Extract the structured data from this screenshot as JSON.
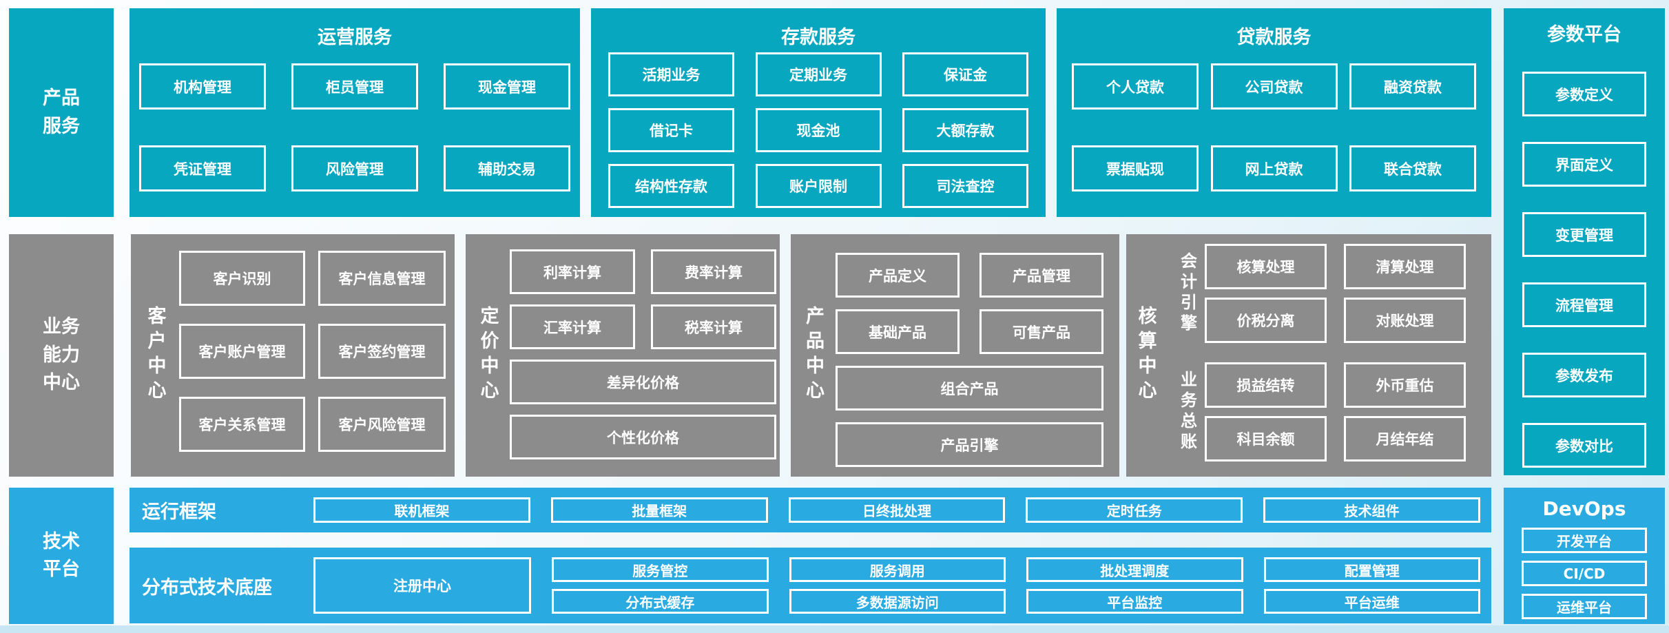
{
  "colors": {
    "teal": "#06A7BF",
    "gray": "#8C8C8C",
    "blue": "#29ABE2"
  },
  "sidebars": {
    "top": "产品服务",
    "middle": "业务能力中心",
    "bottom": "技术平台"
  },
  "top_panels": {
    "ops": {
      "title": "运营服务",
      "boxes": [
        "机构管理",
        "柜员管理",
        "现金管理",
        "凭证管理",
        "风险管理",
        "辅助交易"
      ]
    },
    "deposit": {
      "title": "存款服务",
      "boxes": [
        "活期业务",
        "定期业务",
        "保证金",
        "借记卡",
        "现金池",
        "大额存款",
        "结构性存款",
        "账户限制",
        "司法查控"
      ]
    },
    "loan": {
      "title": "贷款服务",
      "boxes": [
        "个人贷款",
        "公司贷款",
        "融资贷款",
        "票据贴现",
        "网上贷款",
        "联合贷款"
      ]
    }
  },
  "param_platform": {
    "title": "参数平台",
    "boxes": [
      "参数定义",
      "界面定义",
      "变更管理",
      "流程管理",
      "参数发布",
      "参数对比"
    ]
  },
  "capability": {
    "customer": {
      "label": "客户中心",
      "boxes": [
        "客户识别",
        "客户信息管理",
        "客户账户管理",
        "客户签约管理",
        "客户关系管理",
        "客户风险管理"
      ]
    },
    "pricing": {
      "label": "定价中心",
      "boxes": [
        "利率计算",
        "费率计算",
        "汇率计算",
        "税率计算"
      ],
      "wide": [
        "差异化价格",
        "个性化价格"
      ]
    },
    "product": {
      "label": "产品中心",
      "boxes": [
        "产品定义",
        "产品管理",
        "基础产品",
        "可售产品"
      ],
      "wide": [
        "组合产品",
        "产品引擎"
      ]
    },
    "accounting": {
      "label": "核算中心",
      "groups": [
        {
          "label": "会计引擎",
          "boxes": [
            "核算处理",
            "清算处理",
            "价税分离",
            "对账处理"
          ]
        },
        {
          "label": "业务总账",
          "boxes": [
            "损益结转",
            "外币重估",
            "科目余额",
            "月结年结"
          ]
        }
      ]
    }
  },
  "tech": {
    "runtime": {
      "label": "运行框架",
      "boxes": [
        "联机框架",
        "批量框架",
        "日终批处理",
        "定时任务",
        "技术组件"
      ]
    },
    "distributed": {
      "label": "分布式技术底座",
      "registry": "注册中心",
      "boxes": [
        "服务管控",
        "服务调用",
        "批处理调度",
        "配置管理",
        "分布式缓存",
        "多数据源访问",
        "平台监控",
        "平台运维"
      ]
    },
    "devops": {
      "title": "DevOps",
      "boxes": [
        "开发平台",
        "CI/CD",
        "运维平台"
      ]
    }
  }
}
